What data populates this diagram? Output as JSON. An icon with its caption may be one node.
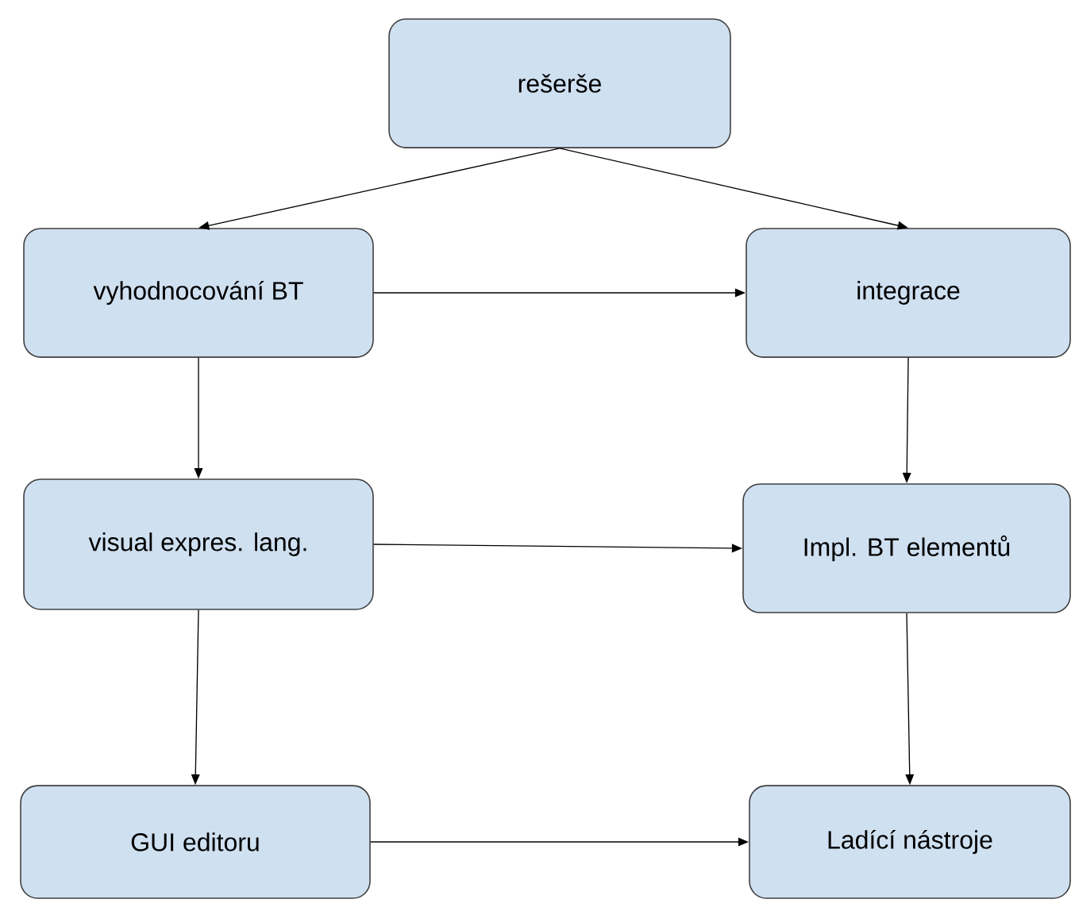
{
  "diagram": {
    "nodes": [
      {
        "text": [
          "rešerše"
        ]
      },
      {
        "text": [
          "vyhodnocování BT"
        ]
      },
      {
        "text": [
          "integrace"
        ]
      },
      {
        "text": [
          "visual expres. lang."
        ]
      },
      {
        "text": [
          "Impl. BT elementů"
        ]
      },
      {
        "text": [
          "GUI editoru"
        ]
      },
      {
        "text": [
          "Ladící nástroje"
        ]
      }
    ],
    "edges": [
      {
        "from": 0,
        "to": 1,
        "arrow": "to"
      },
      {
        "from": 0,
        "to": 2,
        "arrow": "to"
      },
      {
        "from": 1,
        "to": 2,
        "arrow": "to"
      },
      {
        "from": 1,
        "to": 3,
        "arrow": "to"
      },
      {
        "from": 2,
        "to": 4,
        "arrow": "to"
      },
      {
        "from": 3,
        "to": 4,
        "arrow": "to"
      },
      {
        "from": 3,
        "to": 5,
        "arrow": "to"
      },
      {
        "from": 4,
        "to": 6,
        "arrow": "to"
      },
      {
        "from": 5,
        "to": 6,
        "arrow": "to"
      }
    ]
  }
}
